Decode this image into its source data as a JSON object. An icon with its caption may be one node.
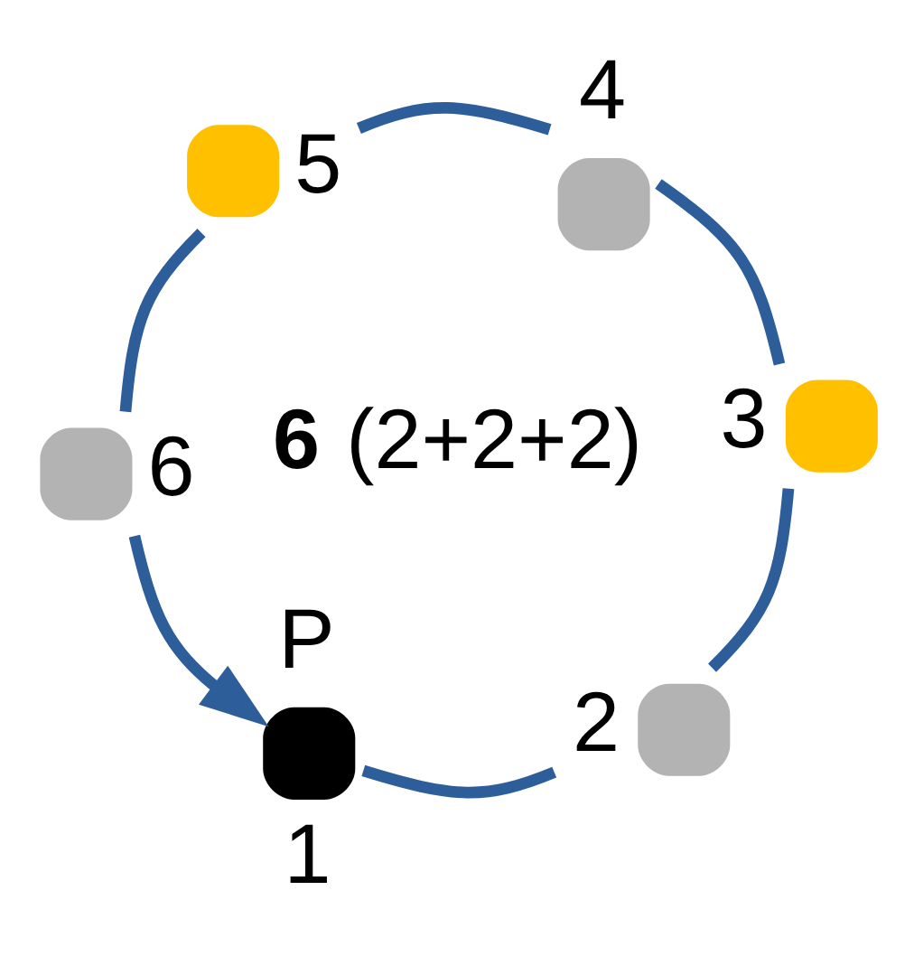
{
  "diagram": {
    "nodes": [
      {
        "text": [],
        "shape": "circle",
        "beside": [
          "P",
          "1"
        ]
      },
      {
        "text": [],
        "shape": "circle",
        "beside": [
          "2"
        ]
      },
      {
        "text": [],
        "shape": "circle",
        "beside": [
          "3"
        ]
      },
      {
        "text": [],
        "shape": "circle",
        "beside": [
          "4"
        ]
      },
      {
        "text": [],
        "shape": "circle",
        "beside": [
          "5"
        ]
      },
      {
        "text": [],
        "shape": "circle",
        "beside": [
          "6"
        ]
      }
    ],
    "edges": [
      {
        "from": 0,
        "to": 1,
        "arrow": "none"
      },
      {
        "from": 1,
        "to": 2,
        "arrow": "none"
      },
      {
        "from": 2,
        "to": 3,
        "arrow": "none"
      },
      {
        "from": 3,
        "to": 4,
        "arrow": "none"
      },
      {
        "from": 4,
        "to": 5,
        "arrow": "none"
      },
      {
        "from": 5,
        "to": 0,
        "arrow": "to"
      }
    ],
    "labels": [
      "**6** (2+2+2)"
    ]
  }
}
